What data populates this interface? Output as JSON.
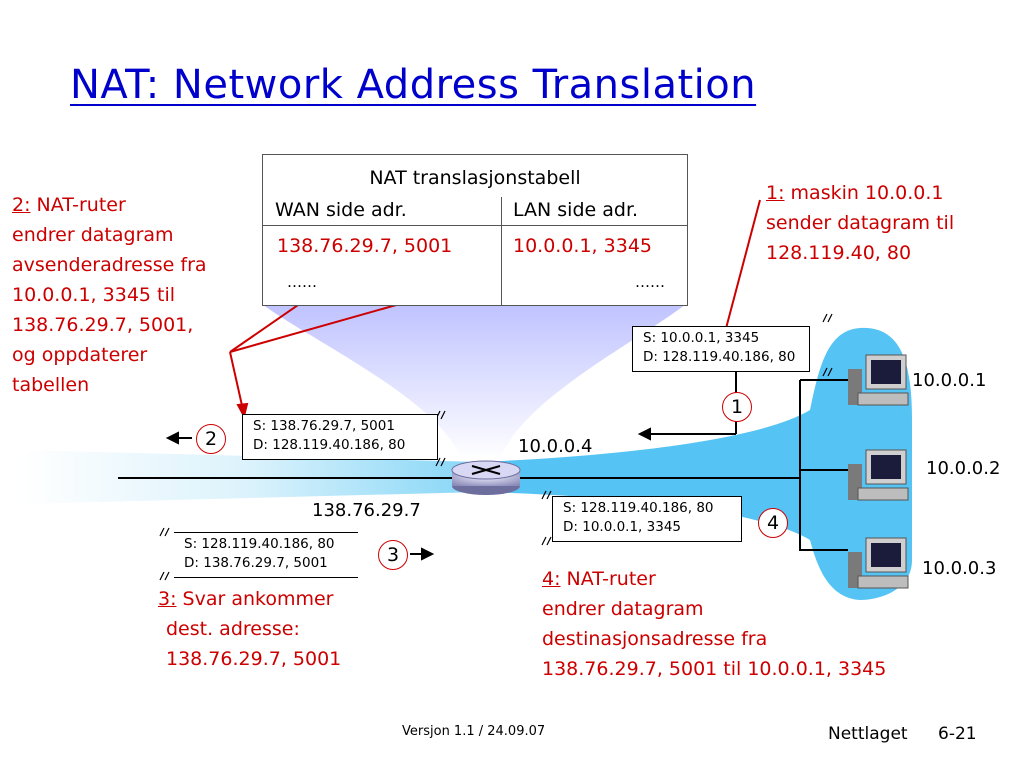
{
  "title": "NAT: Network Address Translation",
  "table": {
    "caption": "NAT translasjonstabell",
    "col_wan": "WAN side adr.",
    "col_lan": "LAN side adr.",
    "wan_value": "138.76.29.7, 5001",
    "lan_value": "10.0.0.1, 3345",
    "wan_more": "……",
    "lan_more": "……"
  },
  "step1": {
    "num": "1:",
    "lines": [
      "maskin 10.0.0.1",
      "sender datagram til",
      "128.119.40, 80"
    ]
  },
  "step2": {
    "num": "2:",
    "lines": [
      "NAT-ruter",
      "endrer datagram",
      "avsenderadresse fra",
      "10.0.0.1, 3345 til",
      "138.76.29.7, 5001,",
      "og oppdaterer",
      "tabellen"
    ]
  },
  "step3": {
    "num": "3:",
    "lines": [
      "Svar ankommer",
      "dest. adresse:",
      "138.76.29.7, 5001"
    ]
  },
  "step4": {
    "num": "4:",
    "lines": [
      "NAT-ruter",
      "endrer datagram",
      "destinasjonsadresse fra",
      "138.76.29.7, 5001 til 10.0.0.1, 3345"
    ]
  },
  "packets": {
    "p1": {
      "src": "S: 10.0.0.1, 3345",
      "dst": "D: 128.119.40.186, 80"
    },
    "p2": {
      "src": "S: 138.76.29.7, 5001",
      "dst": "D: 128.119.40.186, 80"
    },
    "p3": {
      "src": "S: 128.119.40.186, 80",
      "dst": "D: 138.76.29.7, 5001"
    },
    "p4": {
      "src": "S: 128.119.40.186, 80",
      "dst": "D: 10.0.0.1, 3345"
    }
  },
  "markers": [
    "1",
    "2",
    "3",
    "4"
  ],
  "hosts": [
    "10.0.0.1",
    "10.0.0.2",
    "10.0.0.3"
  ],
  "router_lan_ip": "10.0.0.4",
  "router_wan_ip": "138.76.29.7",
  "footer": {
    "version": "Versjon 1.1 / 24.09.07",
    "chapter": "Nettlaget",
    "page": "6-21"
  },
  "colors": {
    "title": "#0000cc",
    "annotation": "#cc0000",
    "lan_blob": "#55c4f4",
    "funnel": "#c8ccff"
  },
  "icons": [
    "router-icon",
    "computer-icon"
  ]
}
